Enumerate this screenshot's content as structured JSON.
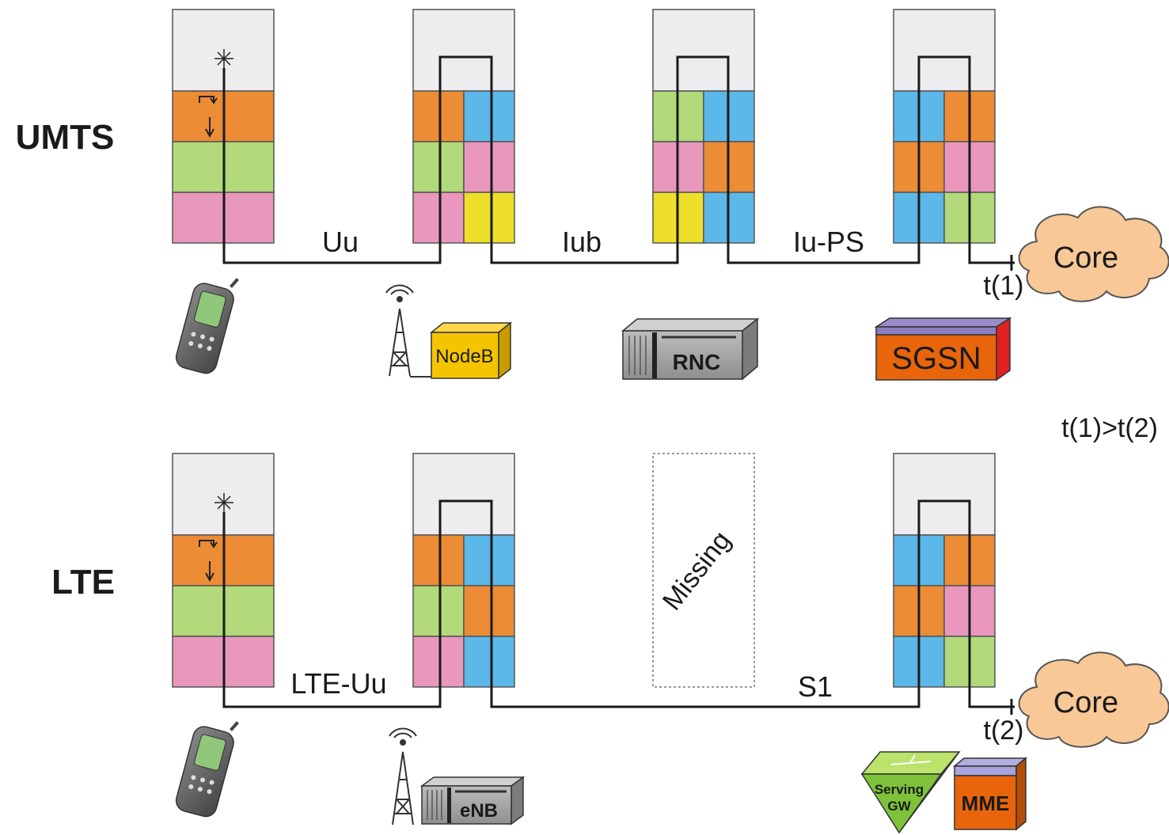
{
  "rows": {
    "umts": "UMTS",
    "lte": "LTE"
  },
  "interfaces": {
    "umts_uu": "Uu",
    "umts_iub": "Iub",
    "umts_iu_ps": "Iu-PS",
    "lte_uu": "LTE-Uu",
    "lte_s1": "S1"
  },
  "missing_label": "Missing",
  "core": {
    "label": "Core",
    "t1": "t(1)",
    "t2": "t(2)",
    "comparison": "t(1)>t(2)"
  },
  "devices": {
    "nodeb": "NodeB",
    "rnc": "RNC",
    "sgsn": "SGSN",
    "enb": "eNB",
    "serving_gw_line1": "Serving",
    "serving_gw_line2": "GW",
    "mme": "MME"
  },
  "colors": {
    "orange": "#ec8c35",
    "green": "#b2d97a",
    "pink": "#e997bd",
    "blue": "#5cb8e8",
    "yellow": "#eee02a",
    "stack_top": "#ededef",
    "cloud": "#f8c896",
    "nodeb_box": "#f5c400",
    "sgsn_box": "#e8650c",
    "mme_box": "#e8650c"
  }
}
